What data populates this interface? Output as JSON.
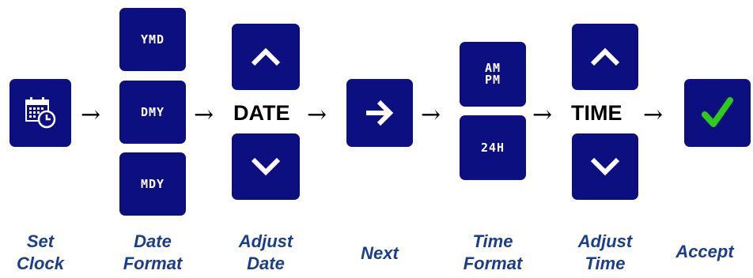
{
  "set_clock": {
    "icon": "calendar-clock-icon",
    "caption": "Set\nClock"
  },
  "date_format": {
    "options": [
      "YMD",
      "DMY",
      "MDY"
    ],
    "caption": "Date\nFormat"
  },
  "adjust_date": {
    "word": "DATE",
    "up_icon": "chevron-up-icon",
    "down_icon": "chevron-down-icon",
    "caption": "Adjust\nDate"
  },
  "next": {
    "icon": "arrow-right-icon",
    "caption": "Next"
  },
  "time_format": {
    "options": [
      "AM\nPM",
      "24H"
    ],
    "caption": "Time\nFormat"
  },
  "adjust_time": {
    "word": "TIME",
    "up_icon": "chevron-up-icon",
    "down_icon": "chevron-down-icon",
    "caption": "Adjust\nTime"
  },
  "accept": {
    "icon": "checkmark-icon",
    "caption": "Accept"
  },
  "flow_arrow": "→",
  "colors": {
    "button": "#0b0f80",
    "caption": "#1a3e8c",
    "check": "#2ecc1a"
  }
}
